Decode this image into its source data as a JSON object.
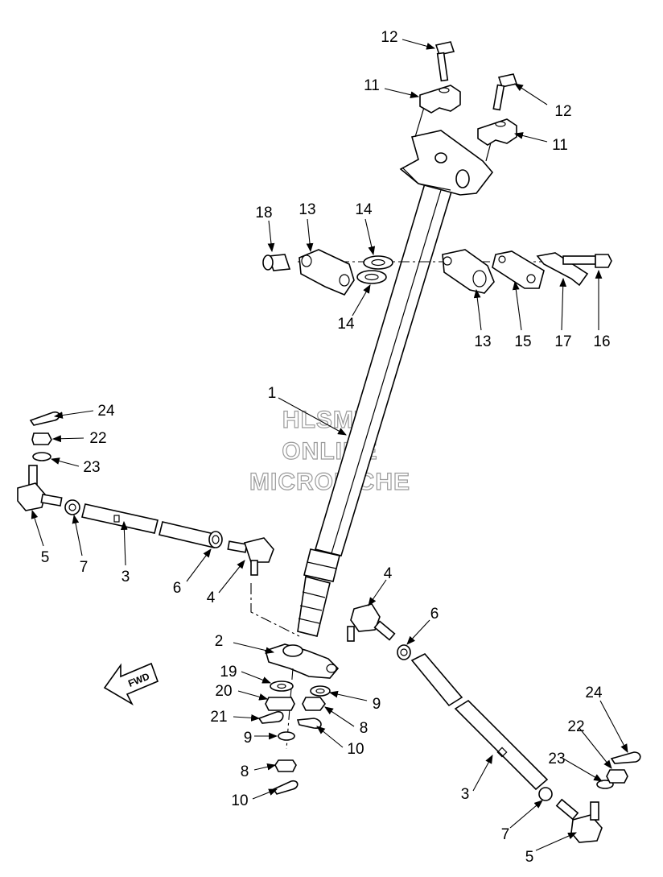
{
  "watermark": {
    "line1": "HLSM'S",
    "line2": "ONLINE",
    "line3": "MICROFICHE"
  },
  "fwd_label": "FWD",
  "callouts": [
    "12",
    "11",
    "12",
    "11",
    "18",
    "13",
    "14",
    "14",
    "13",
    "15",
    "17",
    "16",
    "1",
    "24",
    "22",
    "23",
    "5",
    "7",
    "3",
    "6",
    "4",
    "4",
    "6",
    "2",
    "19",
    "20",
    "21",
    "9",
    "8",
    "10",
    "9",
    "8",
    "10",
    "24",
    "22",
    "23",
    "3",
    "7",
    "5"
  ]
}
